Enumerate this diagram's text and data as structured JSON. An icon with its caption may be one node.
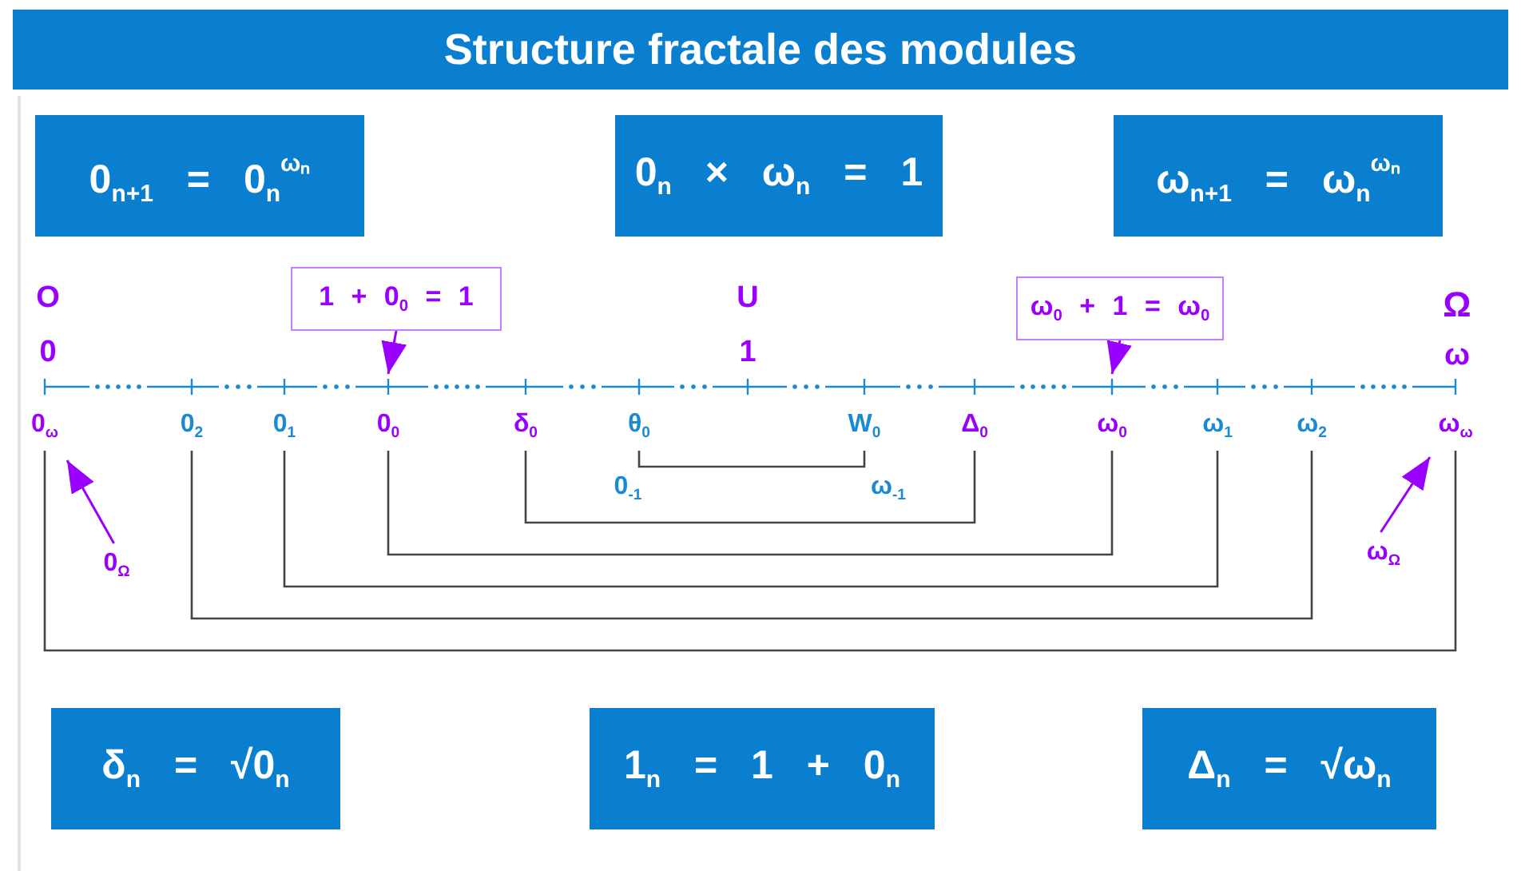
{
  "diagram": {
    "title": "Structure fractale des modules",
    "nodes": [
      {
        "text": [
          "0$_{n+1}$ = 0$_{n}$$^{ωₙ}$"
        ]
      },
      {
        "text": [
          "0$_{n}$ × ω$_{n}$ = 1"
        ]
      },
      {
        "text": [
          "ω$_{n+1}$ = ω$_{n}$$^{ωₙ}$"
        ]
      },
      {
        "text": [
          "1 + 0$_{0}$ = 1"
        ]
      },
      {
        "text": [
          "ω$_{0}$ + 1 = ω$_{0}$"
        ]
      },
      {
        "text": [
          "0$_{ω}$"
        ]
      },
      {
        "text": [
          "0$_{2}$"
        ]
      },
      {
        "text": [
          "0$_{1}$"
        ]
      },
      {
        "text": [
          "0$_{0}$"
        ]
      },
      {
        "text": [
          "δ$_{0}$"
        ]
      },
      {
        "text": [
          "θ$_{0}$"
        ]
      },
      {
        "text": [
          "W$_{0}$"
        ]
      },
      {
        "text": [
          "Δ$_{0}$"
        ]
      },
      {
        "text": [
          "ω$_{0}$"
        ]
      },
      {
        "text": [
          "ω$_{1}$"
        ]
      },
      {
        "text": [
          "ω$_{2}$"
        ]
      },
      {
        "text": [
          "ω$_{ω}$"
        ]
      },
      {
        "text": [
          "0$_{Ω}$"
        ]
      },
      {
        "text": [
          "ω$_{Ω}$"
        ]
      },
      {
        "text": [
          "δ$_{n}$ = √0$_{n}$"
        ]
      },
      {
        "text": [
          "1$_{n}$ = 1 + 0$_{n}$"
        ]
      },
      {
        "text": [
          "Δ$_{n}$ = √ω$_{n}$"
        ]
      }
    ],
    "edges": [
      {
        "from": 3,
        "to": 8,
        "arrow": "to",
        "color": "#9900ff"
      },
      {
        "from": 4,
        "to": 13,
        "arrow": "to",
        "color": "#9900ff"
      },
      {
        "from": 10,
        "to": 11,
        "arrow": "none"
      },
      {
        "from": 9,
        "to": 12,
        "arrow": "none"
      },
      {
        "from": 8,
        "to": 13,
        "arrow": "none"
      },
      {
        "from": 7,
        "to": 14,
        "arrow": "none"
      },
      {
        "from": 6,
        "to": 15,
        "arrow": "none"
      },
      {
        "from": 5,
        "to": 16,
        "arrow": "none"
      },
      {
        "from": 17,
        "to": 5,
        "arrow": "to",
        "color": "#9900ff"
      },
      {
        "from": 18,
        "to": 16,
        "arrow": "to",
        "color": "#9900ff"
      }
    ],
    "labels": [
      "O",
      "0",
      "U",
      "1",
      "Ω",
      "ω",
      "0$_{-1}$",
      "ω$_{-1}$"
    ]
  }
}
